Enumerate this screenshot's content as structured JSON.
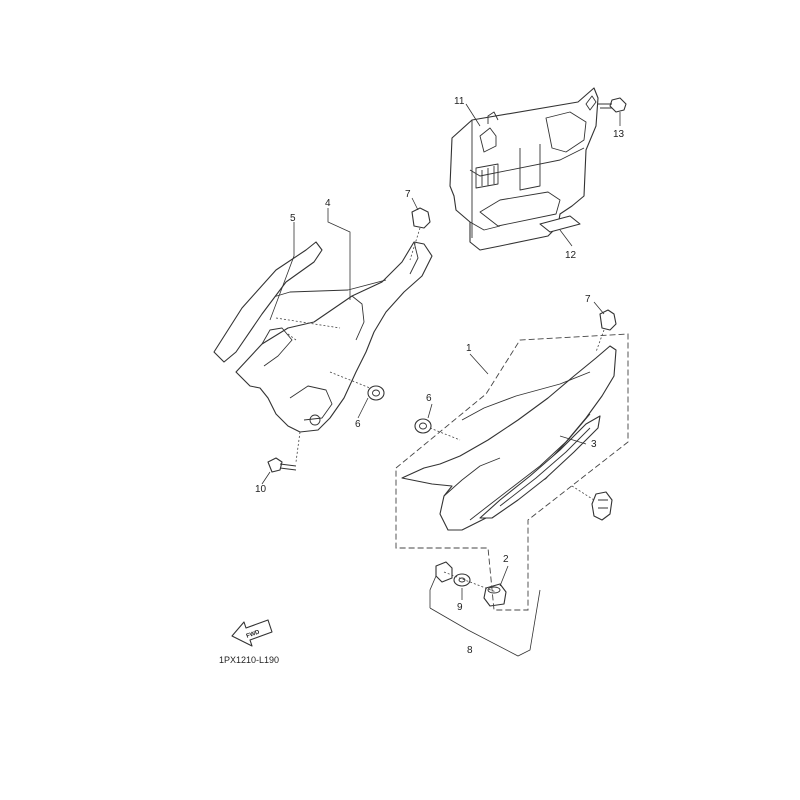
{
  "callouts": {
    "c1": "1",
    "c2": "2",
    "c3": "3",
    "c4": "4",
    "c5": "5",
    "c6_left": "6",
    "c6_right": "6",
    "c7_left": "7",
    "c7_right": "7",
    "c8": "8",
    "c9": "9",
    "c10": "10",
    "c11": "11",
    "c12": "12",
    "c13": "13"
  },
  "fwd_label": "FWD",
  "drawing_code": "1PX1210-L190",
  "colors": {
    "line": "#333333",
    "background": "#ffffff"
  }
}
